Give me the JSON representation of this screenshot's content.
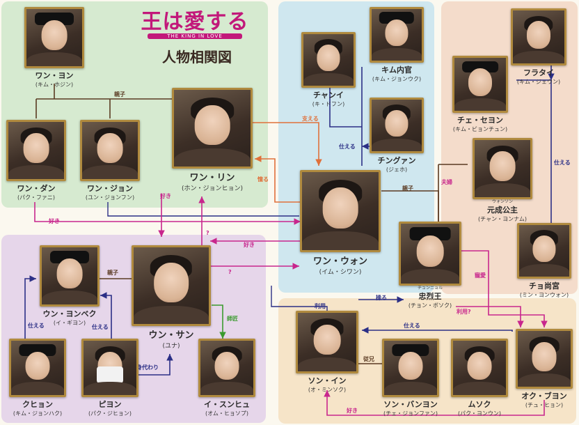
{
  "title": {
    "main": "王は愛する",
    "english": "THE KING IN LOVE",
    "sub": "人物相関図"
  },
  "colors": {
    "kin": "#5a3a22",
    "serve": "#e0703a",
    "love": "#c8268d",
    "hierarchy": "#2b2f86",
    "mentor": "#3a9a2e"
  },
  "characters": {
    "wang_yong": {
      "name": "ワン・ヨン",
      "actor": "(キム・ホジン)"
    },
    "wang_dan": {
      "name": "ワン・ダン",
      "actor": "(パク・ファニ)"
    },
    "wang_jeon": {
      "name": "ワン・ジョン",
      "actor": "(ユン・ジョンフン)"
    },
    "wang_rin": {
      "name": "ワン・リン",
      "actor": "(ホン・ジョンヒョン)"
    },
    "chanyi": {
      "name": "チャンイ",
      "actor": "(キ・ドフン)"
    },
    "kim_naegwan": {
      "name": "キム内官",
      "actor": "(キム・ジョンウク)"
    },
    "chingwan": {
      "name": "チングァン",
      "actor": "(ジェホ)"
    },
    "wang_won": {
      "name": "ワン・ウォン",
      "actor": "(イム・シワン)"
    },
    "furatai": {
      "name": "フラタイ",
      "actor": "(キム・ジェウン)"
    },
    "che_seyon": {
      "name": "チェ・セヨン",
      "actor": "(キム・ビョンチュン)"
    },
    "wonsong": {
      "name": "元成公主",
      "ruby": "ウォンソン",
      "actor": "(チャン・ヨンナム)"
    },
    "cho_sangung": {
      "name": "チョ尚宮",
      "actor": "(ミン・ヨンウォン)"
    },
    "chungnyeol": {
      "name": "忠烈王",
      "ruby": "チュンニョル",
      "actor": "(チョン・ボソク)"
    },
    "un_yongbek": {
      "name": "ウン・ヨンベク",
      "actor": "(イ・ギヨン)"
    },
    "un_san": {
      "name": "ウン・サン",
      "actor": "(ユナ)"
    },
    "kuhyon": {
      "name": "クヒョン",
      "actor": "(キム・ジョンハク)"
    },
    "piyon": {
      "name": "ピヨン",
      "actor": "(パク・ジヒョン)"
    },
    "i_sunhyu": {
      "name": "イ・スンヒュ",
      "actor": "(オム・ヒョソプ)"
    },
    "song_in": {
      "name": "ソン・イン",
      "actor": "(オ・ミンソク)"
    },
    "song_banyon": {
      "name": "ソン・バンヨン",
      "actor": "(チェ・ジョンファン)"
    },
    "musok": {
      "name": "ムソク",
      "actor": "(パク・ヨンウン)"
    },
    "ok_buyon": {
      "name": "オク・ブヨン",
      "actor": "(チュ・ヒョン)"
    }
  },
  "relations": {
    "kin_top": "親子",
    "serve_orange": "支える",
    "serve_navy": "仕える",
    "kin_right": "親子",
    "spouse": "夫婦",
    "serve_right": "仕える",
    "admire": "憧る",
    "love_rin_won": "好き",
    "love_rin_san": "好き",
    "love_won_san": "好き",
    "question_1": "?",
    "question_2": "?",
    "kin_un": "親子",
    "mentor": "師匠",
    "serve_ku": "仕える",
    "serve_pi": "仕える",
    "substitute": "身代わり",
    "use_1": "利用",
    "manipulate": "操る",
    "use_2": "利用?",
    "affection": "寵愛",
    "serve_musok": "仕える",
    "older_brother": "従兄",
    "love_bottom": "好き"
  }
}
